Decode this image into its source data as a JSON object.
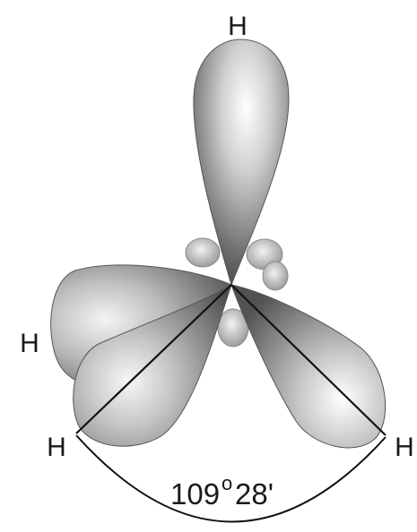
{
  "atoms": {
    "top": "H",
    "left": "H",
    "bottom_left": "H",
    "bottom_right": "H"
  },
  "angle": {
    "degrees": "109",
    "degree_mark": "o",
    "minutes": "28'"
  }
}
